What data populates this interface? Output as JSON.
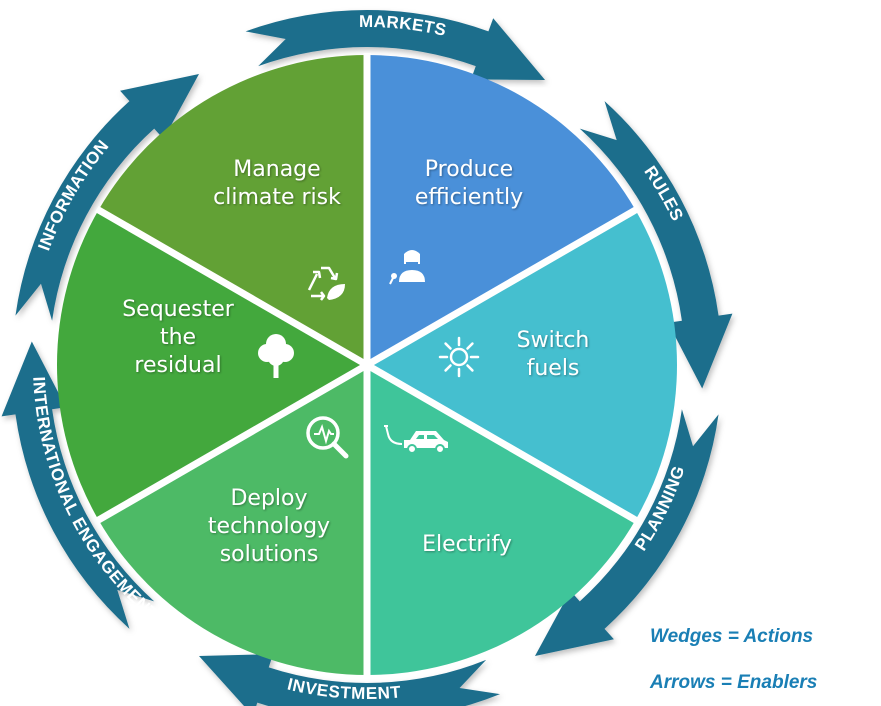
{
  "colors": {
    "ring": "#1d6e8c",
    "ring_dark": "#155a73",
    "legend_text": "#1a7fb5",
    "wedges": [
      "#4a90d9",
      "#45bfcf",
      "#3fc59a",
      "#4dba66",
      "#43a83d",
      "#62a135"
    ]
  },
  "wedges": [
    {
      "lines": [
        "Produce",
        "efficiently"
      ],
      "icon": "worker-icon"
    },
    {
      "lines": [
        "Switch",
        "fuels"
      ],
      "icon": "sun-icon"
    },
    {
      "lines": [
        "Electrify"
      ],
      "icon": "electric-car-icon"
    },
    {
      "lines": [
        "Deploy",
        "technology",
        "solutions"
      ],
      "icon": "magnifier-pulse-icon"
    },
    {
      "lines": [
        "Sequester",
        "the",
        "residual"
      ],
      "icon": "tree-icon"
    },
    {
      "lines": [
        "Manage",
        "climate risk"
      ],
      "icon": "recycle-leaf-icon"
    }
  ],
  "enablers": [
    "MARKETS",
    "RULES",
    "PLANNING",
    "INVESTMENT",
    "INTERNATIONAL ENGAGEMENT",
    "INFORMATION"
  ],
  "legend": {
    "wedges": "Wedges = Actions",
    "arrows": "Arrows = Enablers"
  }
}
